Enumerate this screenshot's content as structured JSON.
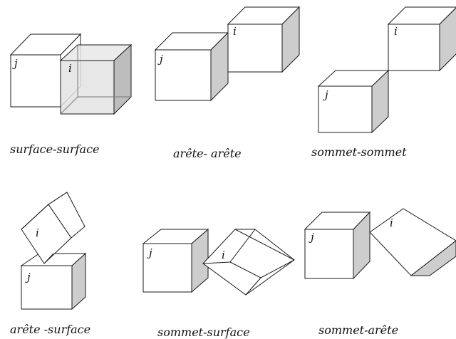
{
  "colors": {
    "side_face": "#cdcdcd",
    "transparent_face": "#e3e3e3",
    "stroke": "#1a1a1a",
    "background": "#ffffff"
  },
  "panels": [
    {
      "id": "surface-surface",
      "caption": "surface-surface",
      "labels": {
        "j": "j",
        "i": "i"
      }
    },
    {
      "id": "arete-arete",
      "caption": "arête- arête",
      "labels": {
        "j": "j",
        "i": "i"
      }
    },
    {
      "id": "sommet-sommet",
      "caption": "sommet-sommet",
      "labels": {
        "j": "j",
        "i": "i"
      }
    },
    {
      "id": "arete-surface",
      "caption": "arête -surface",
      "labels": {
        "j": "j",
        "i": "i"
      }
    },
    {
      "id": "sommet-surface",
      "caption": "sommet-surface",
      "labels": {
        "j": "j",
        "i": "i"
      }
    },
    {
      "id": "sommet-arete",
      "caption": "sommet-arête",
      "labels": {
        "j": "j",
        "i": "i"
      }
    }
  ]
}
